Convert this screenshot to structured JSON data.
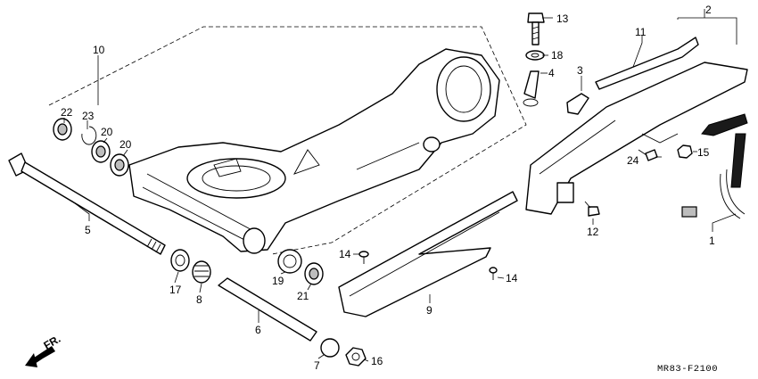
{
  "diagram": {
    "code": "MR83-F2100",
    "front_arrow": "FR.",
    "labels": {
      "p1": "1",
      "p2": "2",
      "p3": "3",
      "p4": "4",
      "p5": "5",
      "p6": "6",
      "p7": "7",
      "p8": "8",
      "p9": "9",
      "p10": "10",
      "p11": "11",
      "p12": "12",
      "p13": "13",
      "p14a": "14",
      "p14b": "14",
      "p15": "15",
      "p16": "16",
      "p17": "17",
      "p18": "18",
      "p19": "19",
      "p20a": "20",
      "p20b": "20",
      "p21": "21",
      "p22": "22",
      "p23": "23",
      "p24": "24"
    }
  }
}
